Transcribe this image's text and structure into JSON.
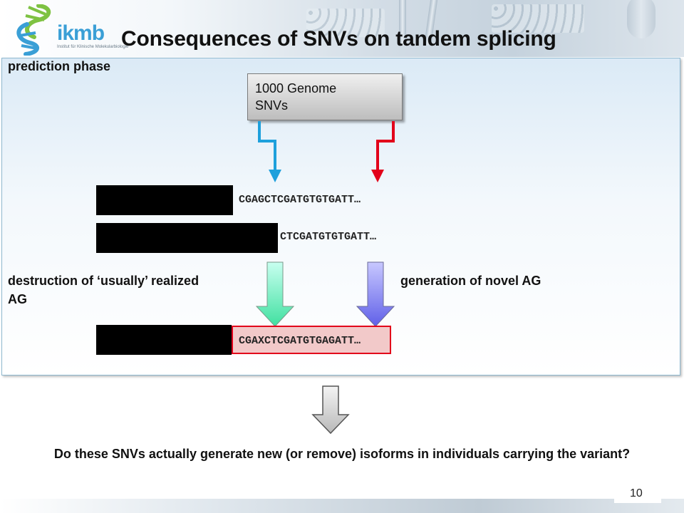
{
  "header": {
    "logo_text": "ikmb",
    "logo_subtext": "Institut für Klinische Molekularbiologie",
    "title": "Consequences of SNVs on tandem splicing"
  },
  "panel": {
    "phase_label": "prediction phase",
    "source_box": "1000 Genome SNVs",
    "sequences": {
      "row1": "CGAGCTCGATGTGTGATT…",
      "row2": "CTCGATGTGTGATT…",
      "row3": "CGAXCTCGATGTGAGATT…"
    },
    "left_label": "destruction of ‘usually’ realized AG",
    "right_label": "generation of novel AG"
  },
  "question": "Do these SNVs actually generate new (or remove) isoforms in individuals carrying the variant?",
  "slide_number": "10",
  "colors": {
    "blue_arrow": "#1ea0dc",
    "red_arrow": "#e2001a",
    "green_arrow": "#6ff0c0",
    "violet_arrow": "#7f7ff0",
    "grey_arrow": "#d0d0d0",
    "logo_blue": "#3a9fd6",
    "logo_green": "#7ec242"
  }
}
